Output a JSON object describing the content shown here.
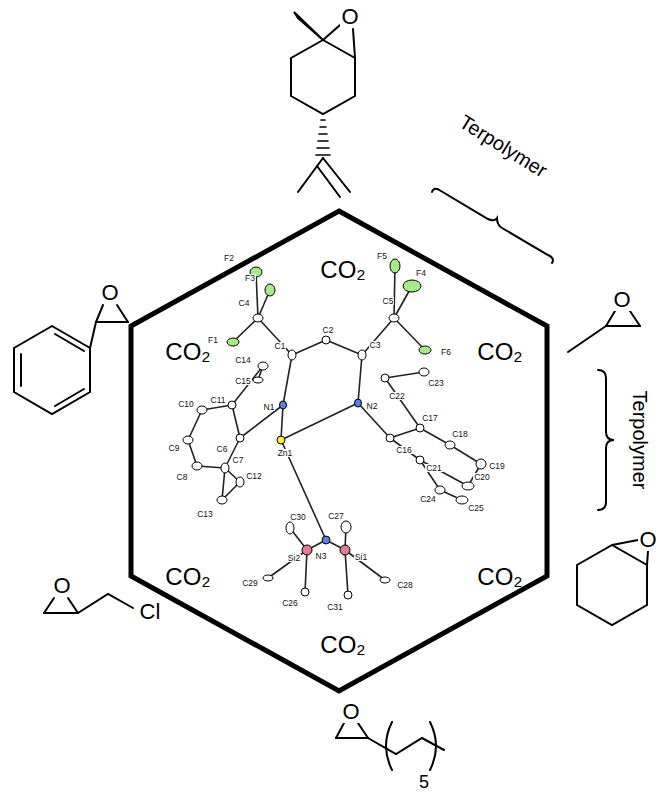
{
  "diagram": {
    "nodes": [
      {
        "text": [
          "CO₂",
          "CO₂",
          "CO₂",
          "CO₂",
          "CO₂",
          "CO₂"
        ]
      }
    ],
    "labels": [
      "O",
      "Terpolymer",
      "O",
      "Terpolymer",
      "O",
      "O",
      "5",
      "O",
      "Cl",
      "O",
      "F2",
      "F3",
      "F5",
      "F4",
      "C4",
      "C5",
      "F1",
      "F6",
      "C1",
      "C2",
      "C3",
      "C14",
      "C15",
      "C22",
      "C23",
      "C11",
      "C10",
      "N1",
      "N2",
      "C17",
      "C18",
      "C6",
      "C16",
      "C9",
      "C7",
      "C12",
      "C21",
      "C19",
      "C20",
      "C8",
      "C24",
      "C25",
      "C13",
      "Zn1",
      "C30",
      "C27",
      "Si2",
      "N3",
      "Si1",
      "C29",
      "C28",
      "C26",
      "C31"
    ]
  }
}
